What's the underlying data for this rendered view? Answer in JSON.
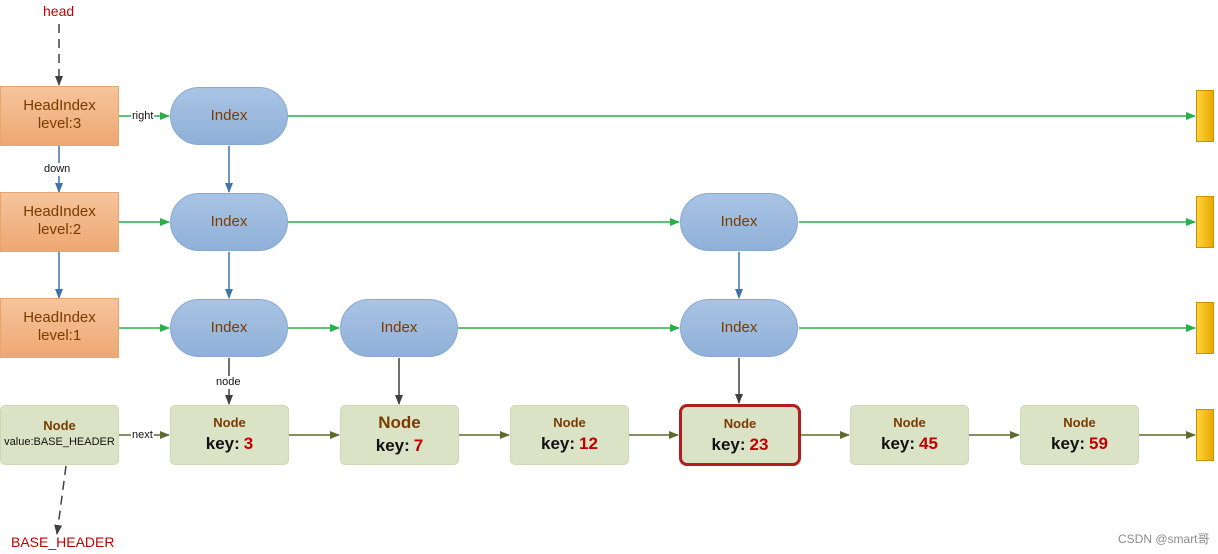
{
  "labels": {
    "head": "head",
    "base_header": "BASE_HEADER",
    "right": "right",
    "down": "down",
    "node": "node",
    "next": "next"
  },
  "head_indexes": [
    {
      "name": "HeadIndex",
      "level": "level:3"
    },
    {
      "name": "HeadIndex",
      "level": "level:2"
    },
    {
      "name": "HeadIndex",
      "level": "level:1"
    }
  ],
  "index_label": "Index",
  "header_node": {
    "title": "Node",
    "value": "value:BASE_HEADER"
  },
  "nodes": [
    {
      "title": "Node",
      "key_label": "key:",
      "key": "3"
    },
    {
      "title": "Node",
      "key_label": "key:",
      "key": "7"
    },
    {
      "title": "Node",
      "key_label": "key:",
      "key": "12"
    },
    {
      "title": "Node",
      "key_label": "key:",
      "key": "23",
      "highlighted": true
    },
    {
      "title": "Node",
      "key_label": "key:",
      "key": "45"
    },
    {
      "title": "Node",
      "key_label": "key:",
      "key": "59"
    }
  ],
  "watermark": "CSDN @smart哥",
  "colors": {
    "right_arrow": "#27b04a",
    "down_arrow": "#3f73ad",
    "node_arrow": "#404040",
    "next_arrow": "#5e6b2c",
    "highlight": "#b01e1e",
    "key_value": "#c00000"
  }
}
